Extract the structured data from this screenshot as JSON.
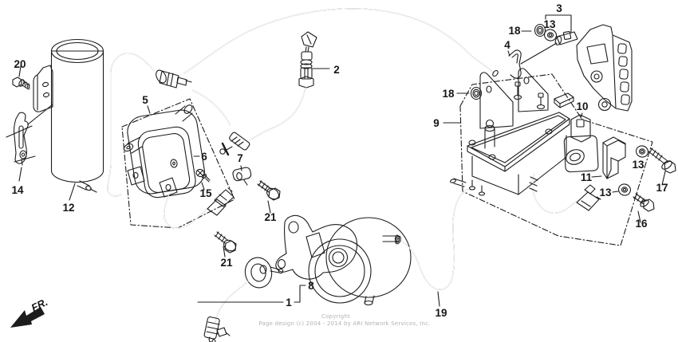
{
  "page": {
    "background": "#ffffff",
    "line_color": "#1c1c1c",
    "watermark_color": "#b3b3b3"
  },
  "watermark": {
    "line1": "Copyright",
    "line2": "Page design (c) 2004 - 2014 by ARI Network Services, Inc."
  },
  "direction": {
    "label": "FR."
  },
  "callouts": [
    {
      "part": "20"
    },
    {
      "part": "14"
    },
    {
      "part": "12"
    },
    {
      "part": "5"
    },
    {
      "part": "6"
    },
    {
      "part": "15"
    },
    {
      "part": "7"
    },
    {
      "part": "21"
    },
    {
      "part": "21"
    },
    {
      "part": "2"
    },
    {
      "part": "1"
    },
    {
      "part": "8"
    },
    {
      "part": "19"
    },
    {
      "part": "18"
    },
    {
      "part": "9"
    },
    {
      "part": "3"
    },
    {
      "part": "13"
    },
    {
      "part": "18"
    },
    {
      "part": "4"
    },
    {
      "part": "10"
    },
    {
      "part": "11"
    },
    {
      "part": "13"
    },
    {
      "part": "17"
    },
    {
      "part": "13"
    },
    {
      "part": "16"
    }
  ]
}
